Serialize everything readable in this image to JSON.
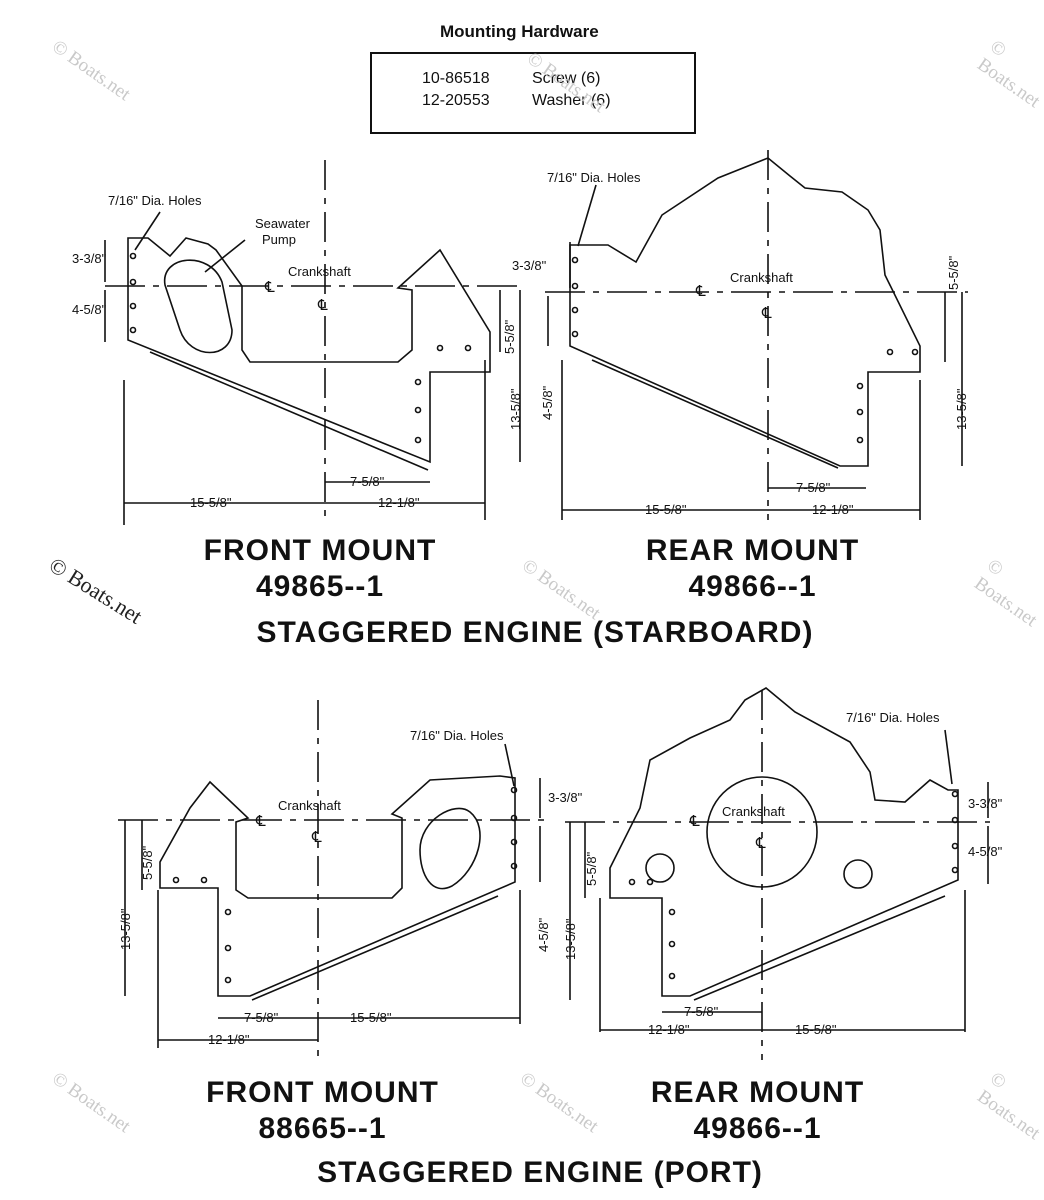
{
  "hardware": {
    "title": "Mounting Hardware",
    "rows": [
      {
        "part": "10-86518",
        "desc": "Screw (6)"
      },
      {
        "part": "12-20553",
        "desc": "Washer (6)"
      }
    ]
  },
  "labels": {
    "holes": "7/16\" Dia. Holes",
    "crankshaft": "Crankshaft",
    "seawater_pump": "Seawater Pump",
    "centerline": "℄"
  },
  "dims": {
    "d338": "3-3/8\"",
    "d458": "4-5/8\"",
    "d558": "5-5/8\"",
    "d1358": "13-5/8\"",
    "d758": "7-5/8\"",
    "d1558": "15-5/8\"",
    "d1218": "12-1/8\""
  },
  "captions": {
    "front_mount": "FRONT MOUNT",
    "rear_mount": "REAR MOUNT",
    "p1": "49865--1",
    "p2": "49866--1",
    "p3": "88665--1",
    "p4": "49866--1",
    "starboard": "STAGGERED ENGINE (STARBOARD)",
    "port": "STAGGERED ENGINE (PORT)"
  },
  "watermark": "© Boats.net",
  "colors": {
    "ink": "#111111",
    "watermark": "#c9c9c9"
  }
}
